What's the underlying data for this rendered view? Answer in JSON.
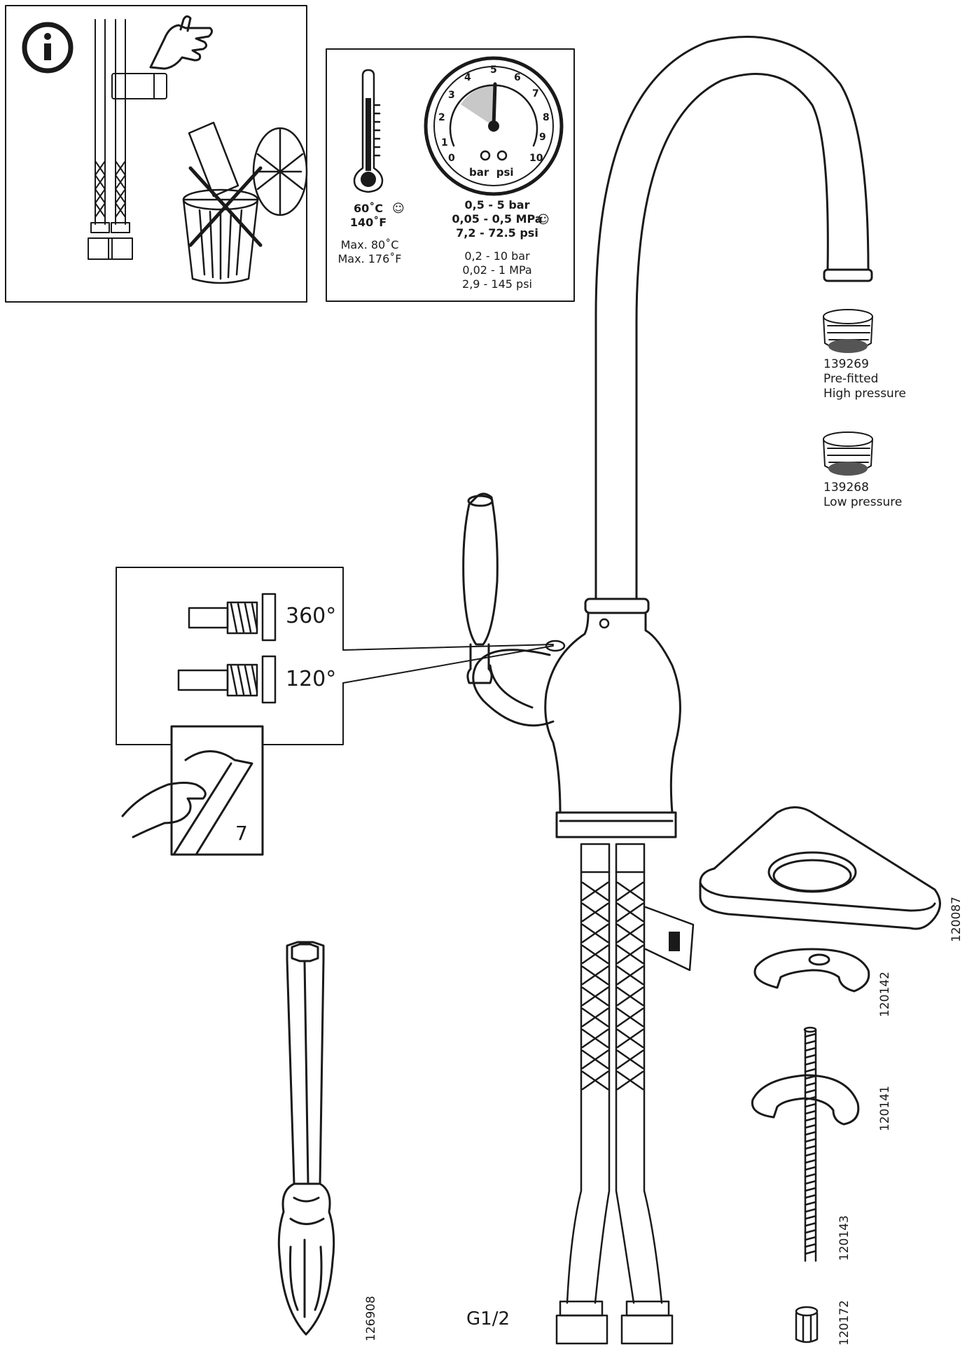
{
  "info_panel": {
    "info_symbol": "i"
  },
  "water_specs": {
    "temperature": {
      "recommended_c": "60˚C",
      "recommended_f": "140˚F",
      "max_c": "Max. 80˚C",
      "max_f": "Max. 176˚F"
    },
    "pressure": {
      "recommended_bar": "0,5 - 5 bar",
      "recommended_mpa": "0,05 - 0,5 MPa",
      "recommended_psi": "7,2 - 72.5 psi",
      "range_bar": "0,2 - 10 bar",
      "range_mpa": "0,02 - 1 MPa",
      "range_psi": "2,9 - 145 psi"
    },
    "gauge": {
      "ticks": [
        "0",
        "1",
        "2",
        "3",
        "4",
        "5",
        "6",
        "7",
        "8",
        "9",
        "10"
      ],
      "units": "bar  psi"
    }
  },
  "aerators": [
    {
      "part_no": "139269",
      "line1": "Pre-fitted",
      "line2": "High pressure"
    },
    {
      "part_no": "139268",
      "line1": "Low pressure",
      "line2": ""
    }
  ],
  "handle_detail": {
    "angle_a": "360°",
    "angle_b": "120°",
    "page_ref": "7"
  },
  "parts": {
    "base_plate": "120087",
    "washer": "120142",
    "horseshoe_washer": "120141",
    "threaded_rod": "120143",
    "nut": "120172",
    "tool": "126908"
  },
  "connection": "G1/2",
  "colors": {
    "line": "#1a1a1a",
    "gauge_fill": "#c8c8c8",
    "paper": "#ffffff"
  }
}
